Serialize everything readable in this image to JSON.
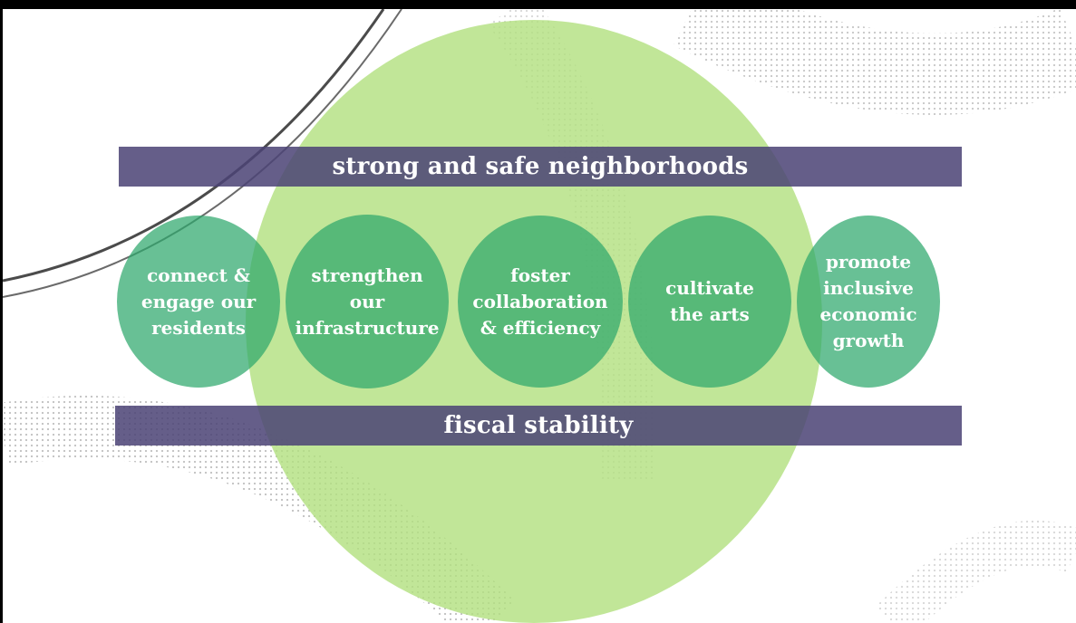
{
  "bands": {
    "top": "strong and safe neighborhoods",
    "bottom": "fiscal stability"
  },
  "bubbles": [
    {
      "lines": [
        "connect &",
        "engage our",
        "residents"
      ]
    },
    {
      "lines": [
        "strengthen",
        "our",
        "infrastructure"
      ]
    },
    {
      "lines": [
        "foster",
        "collaboration",
        "& efficiency"
      ]
    },
    {
      "lines": [
        "cultivate",
        "the arts"
      ]
    },
    {
      "lines": [
        "promote",
        "inclusive",
        "economic",
        "growth"
      ]
    }
  ],
  "colors": {
    "background_circle": "#b2e07e",
    "band": "#4c4476",
    "bubble": "#2ea86c",
    "frame": "#000000"
  }
}
